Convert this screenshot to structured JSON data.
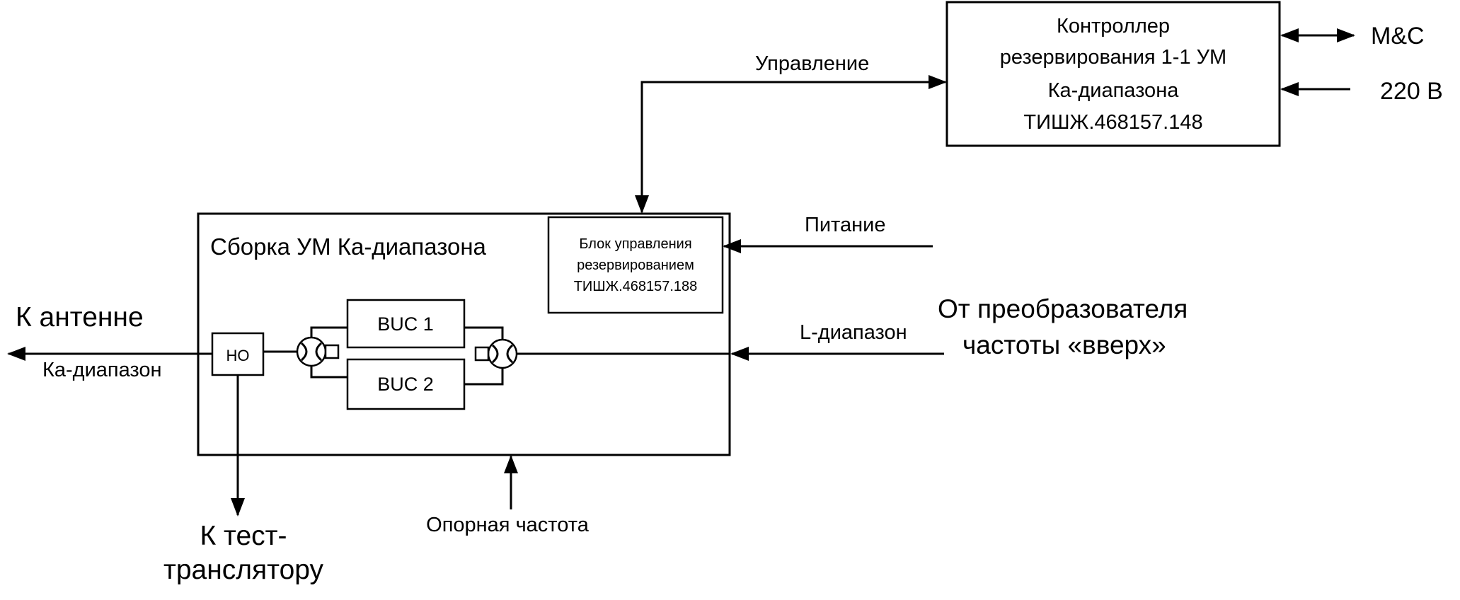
{
  "diagram": {
    "controller": {
      "line1": "Контроллер",
      "line2": "резервирования 1-1 УМ",
      "line3": "Ка-диапазона",
      "line4": "ТИШЖ.468157.148"
    },
    "mc_label": "M&C",
    "v220_label": "220 В",
    "control_label": "Управление",
    "assembly_title": "Сборка УМ Ка-диапазона",
    "redundancy_block": {
      "line1": "Блок управления",
      "line2": "резервированием",
      "line3": "ТИШЖ.468157.188"
    },
    "power_label": "Питание",
    "l_band_label": "L-диапазон",
    "from_converter": {
      "line1": "От преобразователя",
      "line2": "частоты «вверх»"
    },
    "to_antenna": "К антенне",
    "ka_band_label": "Ка-диапазон",
    "coupler_label": "НО",
    "buc1_label": "BUC 1",
    "buc2_label": "BUC 2",
    "to_test_translator": {
      "line1": "К тест-",
      "line2": "транслятору"
    },
    "reference_freq_label": "Опорная частота"
  }
}
